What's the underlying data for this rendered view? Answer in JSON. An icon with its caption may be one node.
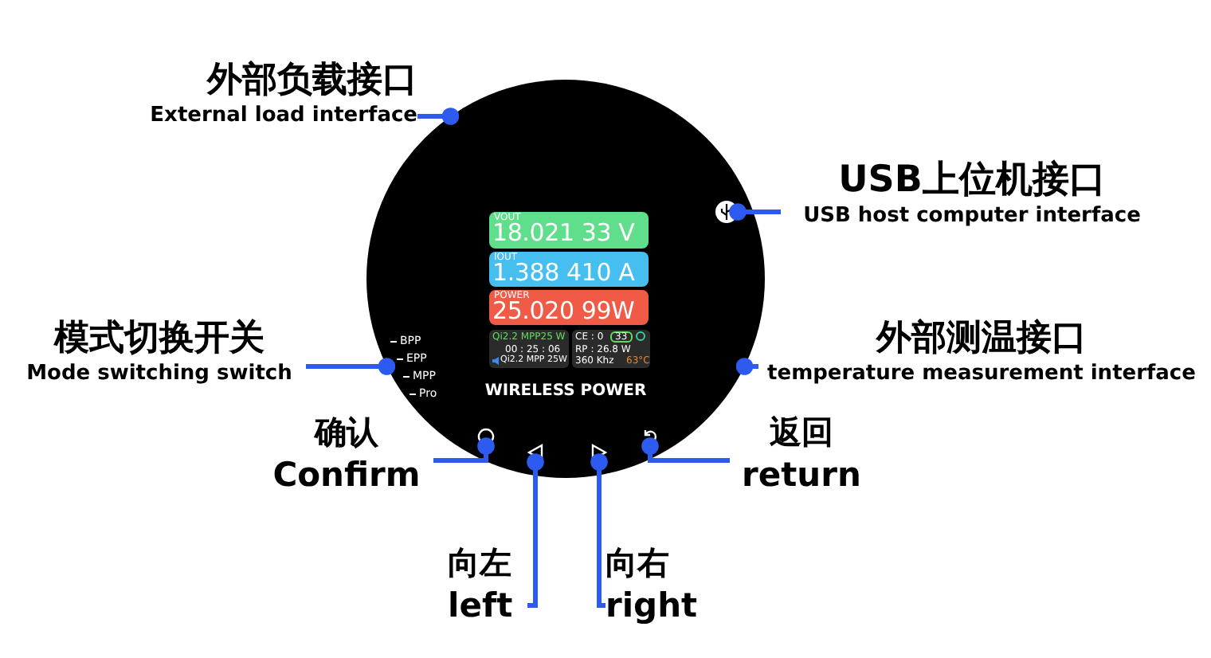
{
  "diagram": {
    "nodes": [
      {
        "text": [
          "WIRELESS POWER"
        ]
      },
      {
        "text": [
          "VOUT",
          "18.021 33 V"
        ],
        "in": 0
      },
      {
        "text": [
          "IOUT",
          "1.388 410 A"
        ],
        "in": 0
      },
      {
        "text": [
          "POWER",
          "25.020 99W"
        ],
        "in": 0
      },
      {
        "text": [
          "Qi2.2 MPP25 W",
          "00 : 25 : 06",
          "Qi2.2 MPP 25W"
        ],
        "in": 0
      },
      {
        "text": [
          "CE : 0",
          "33",
          "RP : 26.8 W",
          "360 Khz",
          "63°C"
        ],
        "in": 0
      },
      {
        "text": [
          "外部负载接口",
          "External load interface"
        ]
      },
      {
        "text": [
          "USB上位机接口",
          "USB host computer interface"
        ]
      },
      {
        "text": [
          "模式切换开关",
          "Mode switching switch"
        ]
      },
      {
        "text": [
          "外部测温接口",
          "temperature measurement interface"
        ]
      },
      {
        "text": [
          "确认",
          "Confirm"
        ]
      },
      {
        "text": [
          "返回",
          "return"
        ]
      },
      {
        "text": [
          "向左",
          "left"
        ]
      },
      {
        "text": [
          "向右",
          "right"
        ]
      },
      {
        "text": [],
        "shape": "picture",
        "in": 0
      },
      {
        "text": [],
        "shape": "circle",
        "in": 0
      },
      {
        "text": [],
        "shape": "triangle",
        "in": 0
      },
      {
        "text": [],
        "shape": "triangle",
        "in": 0
      },
      {
        "text": [],
        "shape": "picture",
        "in": 0
      }
    ],
    "edges": [
      {
        "from": 6,
        "to": 0,
        "arrow": "other"
      },
      {
        "from": 7,
        "to": 14,
        "arrow": "other"
      },
      {
        "from": 8,
        "to": 0,
        "arrow": "other"
      },
      {
        "from": 9,
        "to": 0,
        "arrow": "other"
      },
      {
        "from": 10,
        "to": 15,
        "arrow": "other"
      },
      {
        "from": 11,
        "to": 18,
        "arrow": "other"
      },
      {
        "from": 12,
        "to": 16,
        "arrow": "other"
      },
      {
        "from": 13,
        "to": 17,
        "arrow": "other"
      }
    ],
    "labels": [
      "BPP",
      "EPP",
      "MPP",
      "Pro"
    ]
  }
}
